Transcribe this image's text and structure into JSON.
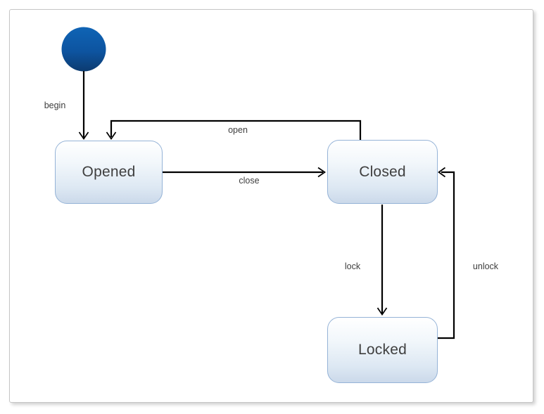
{
  "diagram": {
    "type": "state-machine",
    "states": [
      {
        "label": "Opened"
      },
      {
        "label": "Closed"
      },
      {
        "label": "Locked"
      }
    ],
    "transitions": [
      {
        "label": "begin",
        "from": "initial",
        "to": "Opened"
      },
      {
        "label": "open",
        "from": "Closed",
        "to": "Opened"
      },
      {
        "label": "close",
        "from": "Opened",
        "to": "Closed"
      },
      {
        "label": "lock",
        "from": "Closed",
        "to": "Locked"
      },
      {
        "label": "unlock",
        "from": "Locked",
        "to": "Closed"
      }
    ],
    "colors": {
      "state_border": "#95b3d7",
      "state_fill_top": "#ffffff",
      "state_fill_bottom": "#cbd9ea",
      "initial_node_top": "#0f64b5",
      "initial_node_bottom": "#0c3b70",
      "edge_line": "#000000",
      "text": "#3f3f3f",
      "frame_border": "#c6c6c6"
    }
  }
}
